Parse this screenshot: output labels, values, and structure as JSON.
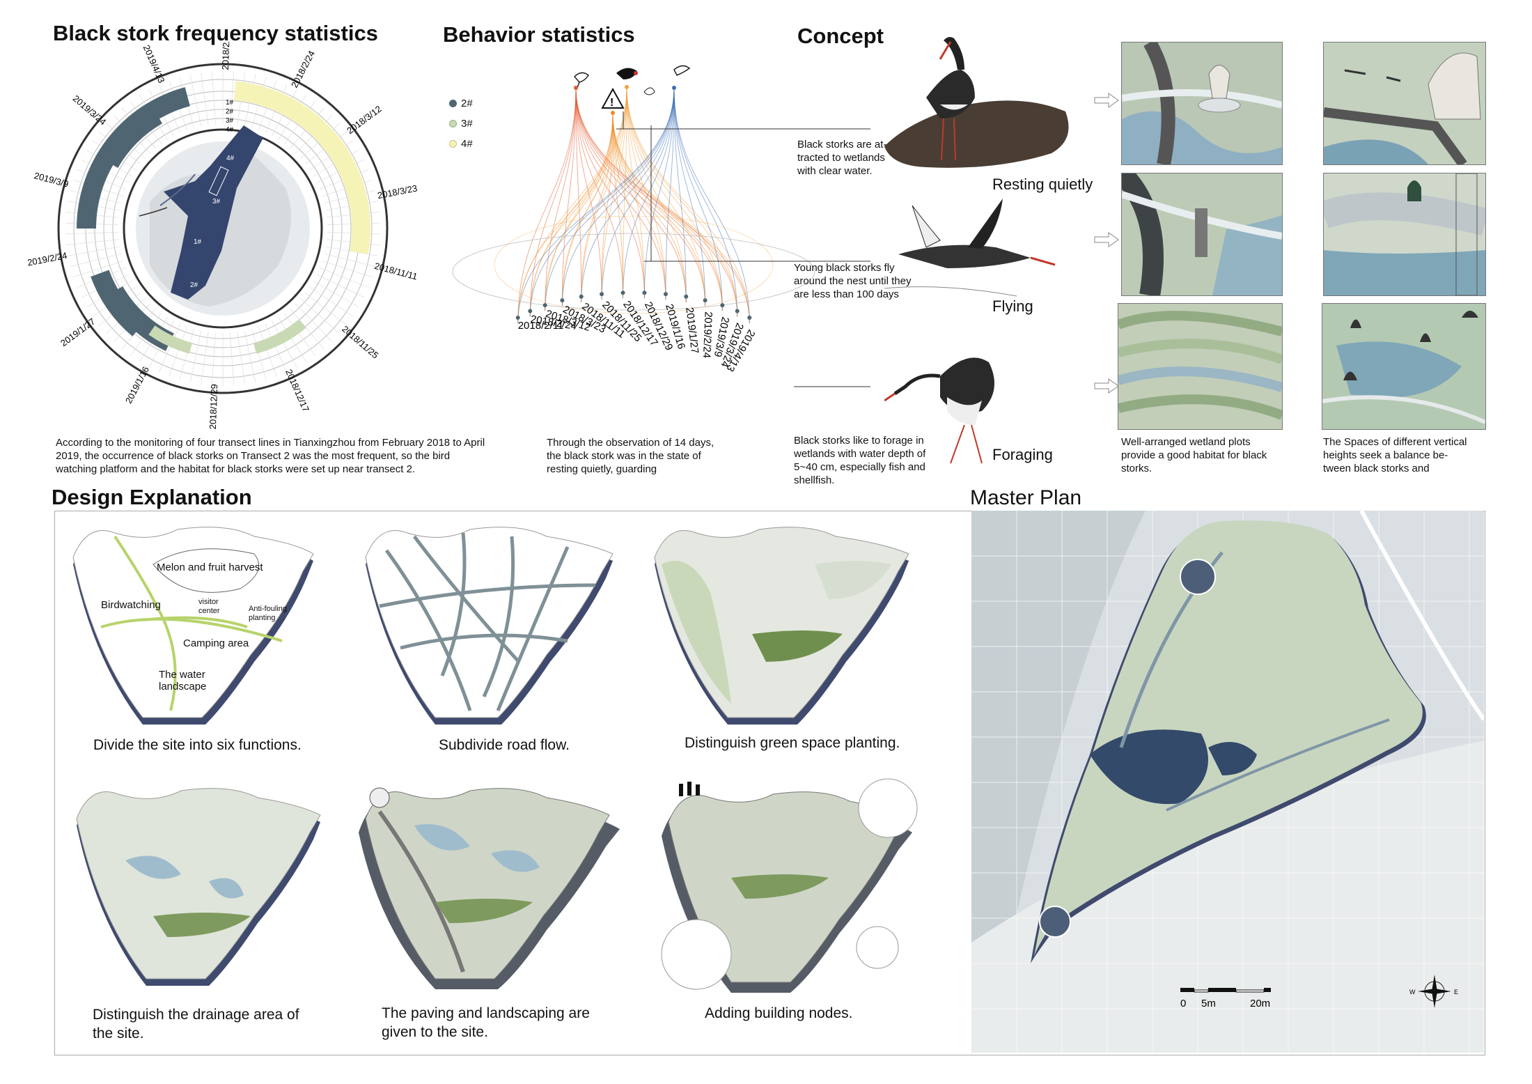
{
  "frequency": {
    "title": "Black stork frequency statistics",
    "dates": [
      "2018/2/11",
      "2018/2/24",
      "2018/3/12",
      "2018/3/23",
      "2018/11/11",
      "2018/11/25",
      "2018/12/17",
      "2018/12/29",
      "2019/1/16",
      "2019/1/27",
      "2019/2/24",
      "2019/3/9",
      "2019/3/24",
      "2019/4/13"
    ],
    "ring_labels": [
      "1#",
      "2#",
      "3#",
      "4#"
    ],
    "map_labels": [
      "1#",
      "2#",
      "3#",
      "4#"
    ],
    "description": "According to the monitoring of four transect lines in Tianxingzhou from February 2018 to April 2019, the occurrence of black storks on Transect 2 was the most frequent, so the bird watching platform and the habitat for black storks were set up near transect 2.",
    "colors": {
      "t2": "#4f6672",
      "t3": "#c8d9b4",
      "t4": "#f6f3b7",
      "ring": "#444444"
    }
  },
  "behavior": {
    "title": "Behavior statistics",
    "legend": [
      {
        "label": "2#",
        "color": "#4f6672"
      },
      {
        "label": "3#",
        "color": "#c8d9b4"
      },
      {
        "label": "4#",
        "color": "#f6f3b7"
      }
    ],
    "behavior_icons": [
      "resting-bird-icon",
      "warning-icon",
      "foraging-bird-icon",
      "flying-bird-icon"
    ],
    "behavior_colors": [
      "#e4572e",
      "#f08a24",
      "#f2a341",
      "#3d6fb6"
    ],
    "dates": [
      "2018/2/11",
      "2018/2/24",
      "2018/3/12",
      "2018/3/23",
      "2018/11/11",
      "2018/11/25",
      "2018/12/17",
      "2018/12/29",
      "2019/1/16",
      "2019/1/27",
      "2019/2/24",
      "2019/3/9",
      "2019/3/24",
      "2019/4/13"
    ],
    "description": "Through the observation of 14 days, the black stork was in the state of resting quietly, guarding"
  },
  "concept": {
    "title": "Concept",
    "rows": [
      {
        "behavior": "Resting quietly",
        "text": "Black storks are at-\ntracted to wetlands\nwith clear water."
      },
      {
        "behavior": "Flying",
        "text": "Young black storks fly\naround the nest until they\nare less than 100 days"
      },
      {
        "behavior": "Foraging",
        "text": "Black storks like to forage in\nwetlands with water depth of\n5~40 cm, especially fish and\nshellfish."
      }
    ],
    "caption_left": "Well-arranged wetland plots\nprovide a good habitat for black\nstorks.",
    "caption_right": "The Spaces of different vertical\nheights seek a balance be-\ntween black storks and"
  },
  "design": {
    "title": "Design Explanation",
    "zones": {
      "melon": "Melon and fruit harvest",
      "bird": "Birdwatching",
      "visitor": "visitor\ncenter",
      "anti": "Anti-fouling\nplanting",
      "camp": "Camping area",
      "water": "The water\nlandscape"
    },
    "steps": [
      "Divide the site into six functions.",
      "Subdivide road flow.",
      "Distinguish green space planting.",
      "Distinguish the drainage area of\nthe site.",
      "The paving and landscaping are\ngiven to the site.",
      "Adding building nodes."
    ]
  },
  "master": {
    "title": "Master Plan",
    "scale": [
      "0",
      "5m",
      "20m"
    ],
    "compass": {
      "w": "W",
      "e": "E"
    }
  }
}
